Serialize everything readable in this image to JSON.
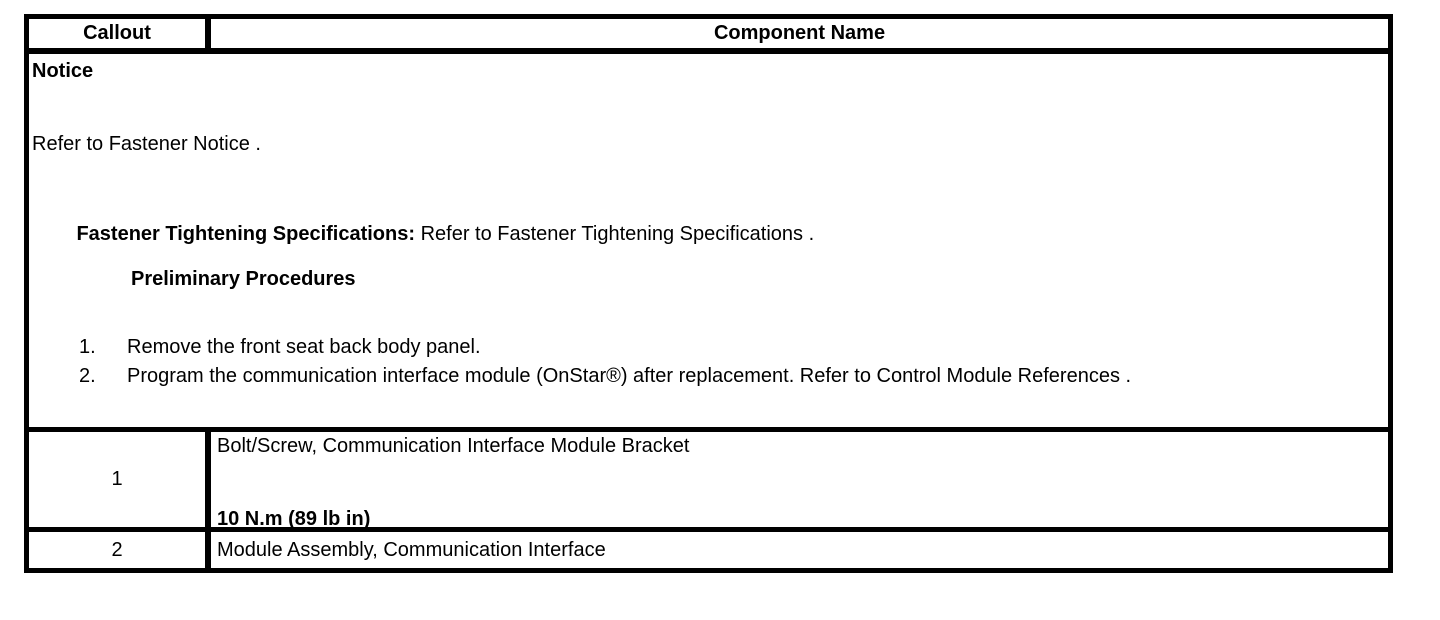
{
  "table": {
    "header": {
      "callout": "Callout",
      "component_name": "Component Name"
    },
    "notice": {
      "title": "Notice",
      "refer_line": "Refer to Fastener Notice .",
      "fastener_bold": "Fastener Tightening Specifications:",
      "fastener_rest": " Refer to Fastener Tightening Specifications .",
      "preliminary_title": "Preliminary Procedures",
      "steps": [
        {
          "num": "1.",
          "text": "Remove the front seat back body panel."
        },
        {
          "num": "2.",
          "text": "Program the communication interface module (OnStar®) after replacement. Refer to Control Module References ."
        }
      ]
    },
    "rows": [
      {
        "callout": "1",
        "name": "Bolt/Screw, Communication Interface Module Bracket",
        "torque": "10 N.m (89 lb in)"
      },
      {
        "callout": "2",
        "name": "Module Assembly, Communication Interface"
      }
    ]
  },
  "colors": {
    "border": "#000000",
    "text": "#000000",
    "background": "#ffffff"
  }
}
